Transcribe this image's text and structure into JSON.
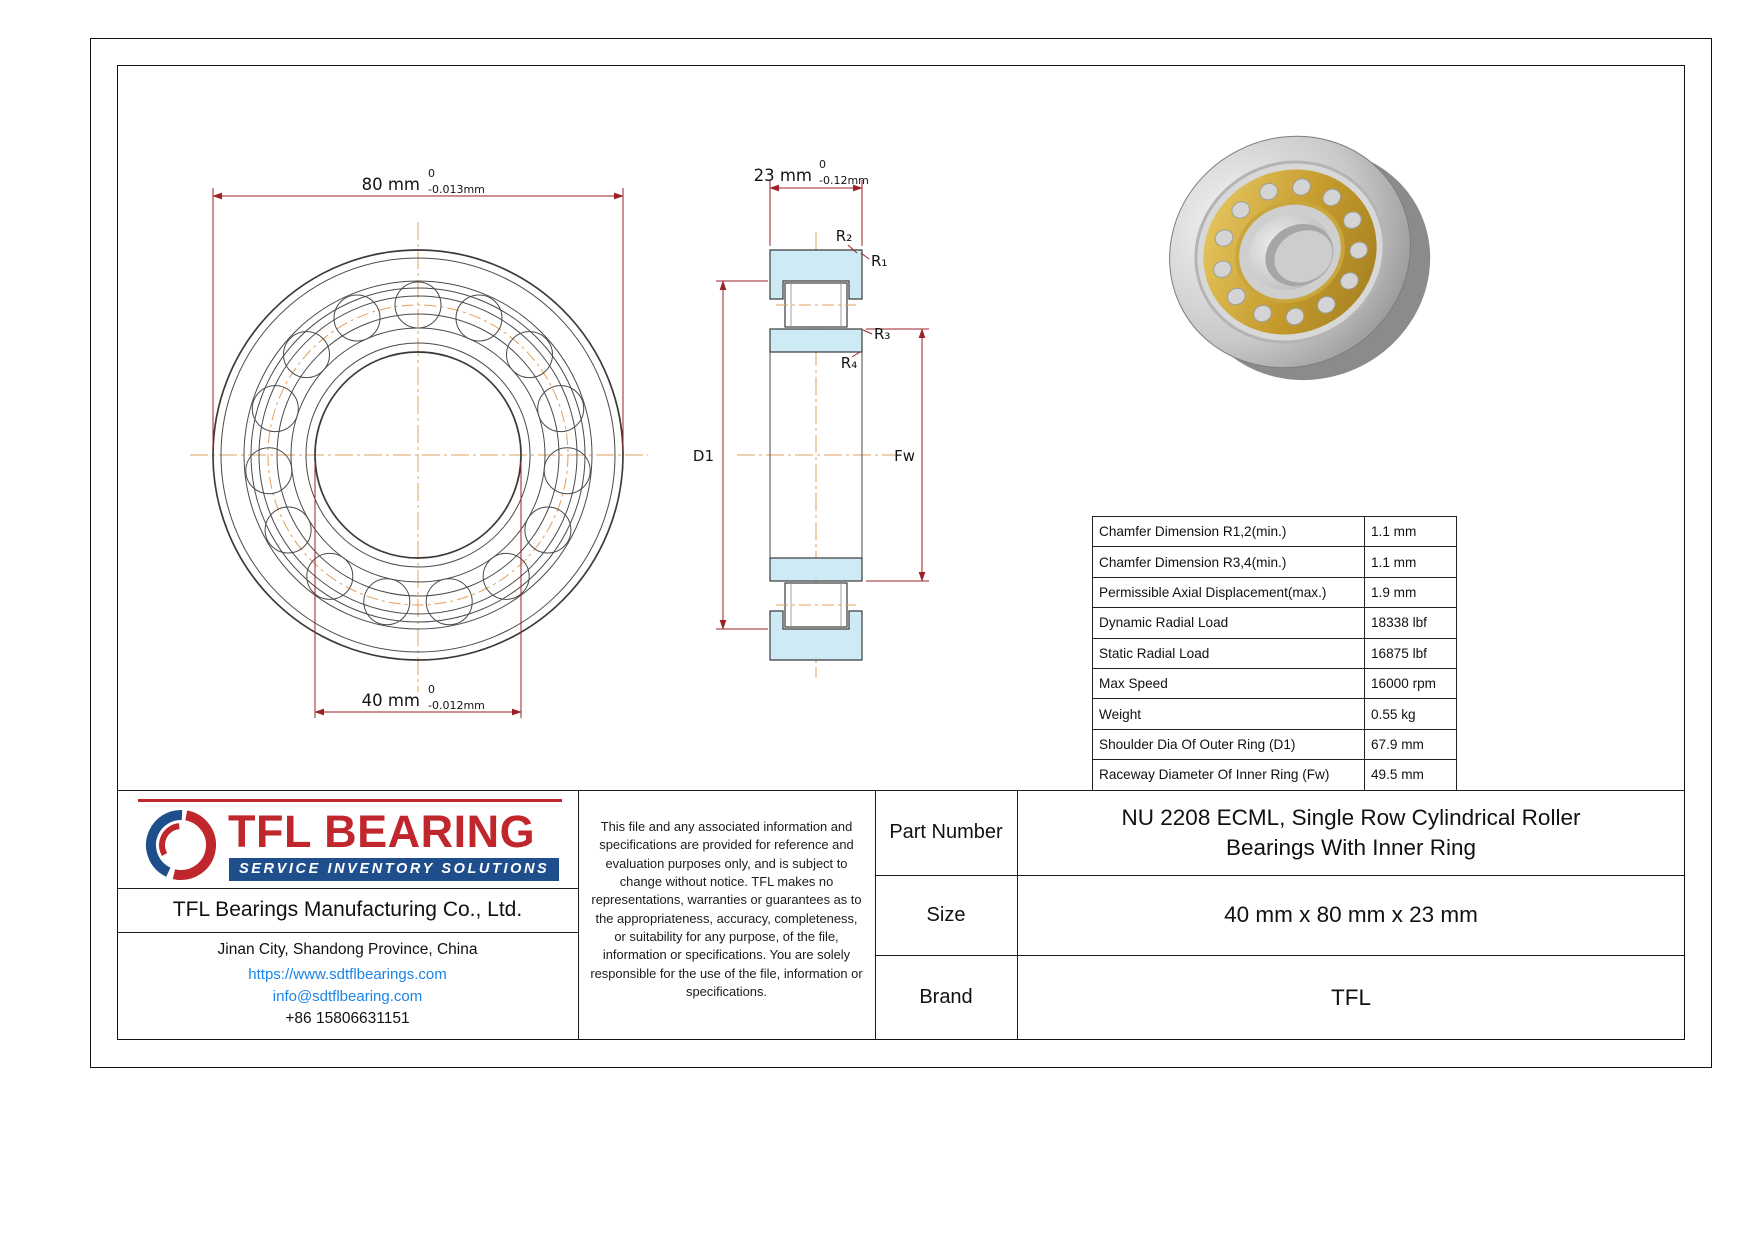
{
  "drawing": {
    "od": {
      "value": "80 mm",
      "tol_upper": "0",
      "tol_lower": "-0.013mm"
    },
    "bore": {
      "value": "40 mm",
      "tol_upper": "0",
      "tol_lower": "-0.012mm"
    },
    "width": {
      "value": "23 mm",
      "tol_upper": "0",
      "tol_lower": "-0.12mm"
    },
    "labels": {
      "r1": "R₁",
      "r2": "R₂",
      "r3": "R₃",
      "r4": "R₄",
      "d1": "D1",
      "fw": "Fw"
    }
  },
  "spec": {
    "rows": [
      {
        "label": "Chamfer Dimension R1,2(min.)",
        "value": "1.1 mm"
      },
      {
        "label": "Chamfer Dimension R3,4(min.)",
        "value": "1.1 mm"
      },
      {
        "label": "Permissible Axial Displacement(max.)",
        "value": "1.9 mm"
      },
      {
        "label": "Dynamic Radial Load",
        "value": "18338 lbf"
      },
      {
        "label": "Static Radial Load",
        "value": "16875 lbf"
      },
      {
        "label": "Max Speed",
        "value": "16000 rpm"
      },
      {
        "label": "Weight",
        "value": "0.55 kg"
      },
      {
        "label": "Shoulder Dia Of Outer Ring (D1)",
        "value": "67.9 mm"
      },
      {
        "label": "Raceway Diameter Of Inner Ring (Fw)",
        "value": "49.5 mm"
      }
    ]
  },
  "title_block": {
    "logo": {
      "brand": "TFL BEARING",
      "tagline": "SERVICE INVENTORY SOLUTIONS"
    },
    "company": "TFL Bearings Manufacturing Co., Ltd.",
    "address": "Jinan City, Shandong Province, China",
    "website": "https://www.sdtflbearings.com",
    "email": "info@sdtflbearing.com",
    "phone": "+86 15806631151",
    "disclaimer": "This file and any associated information and specifications are provided for reference and evaluation purposes only, and is subject to change without notice. TFL makes no representations, warranties or guarantees as to the appropriateness, accuracy, completeness, or suitability for any purpose, of the file, information or specifications.  You are solely responsible for the use of the file, information or specifications.",
    "fields": [
      {
        "label": "Part Number",
        "value": "NU 2208 ECML, Single Row Cylindrical Roller Bearings With Inner Ring"
      },
      {
        "label": "Size",
        "value": "40 mm x 80 mm x 23 mm"
      },
      {
        "label": "Brand",
        "value": "TFL"
      }
    ]
  },
  "colors": {
    "dimension_red": "#9b2226",
    "centerline_orange": "#e2a05c",
    "section_fill": "#cdeaf5",
    "brand_red": "#c0272d",
    "brand_blue": "#1f4e8c",
    "link_blue": "#1b84e7"
  }
}
